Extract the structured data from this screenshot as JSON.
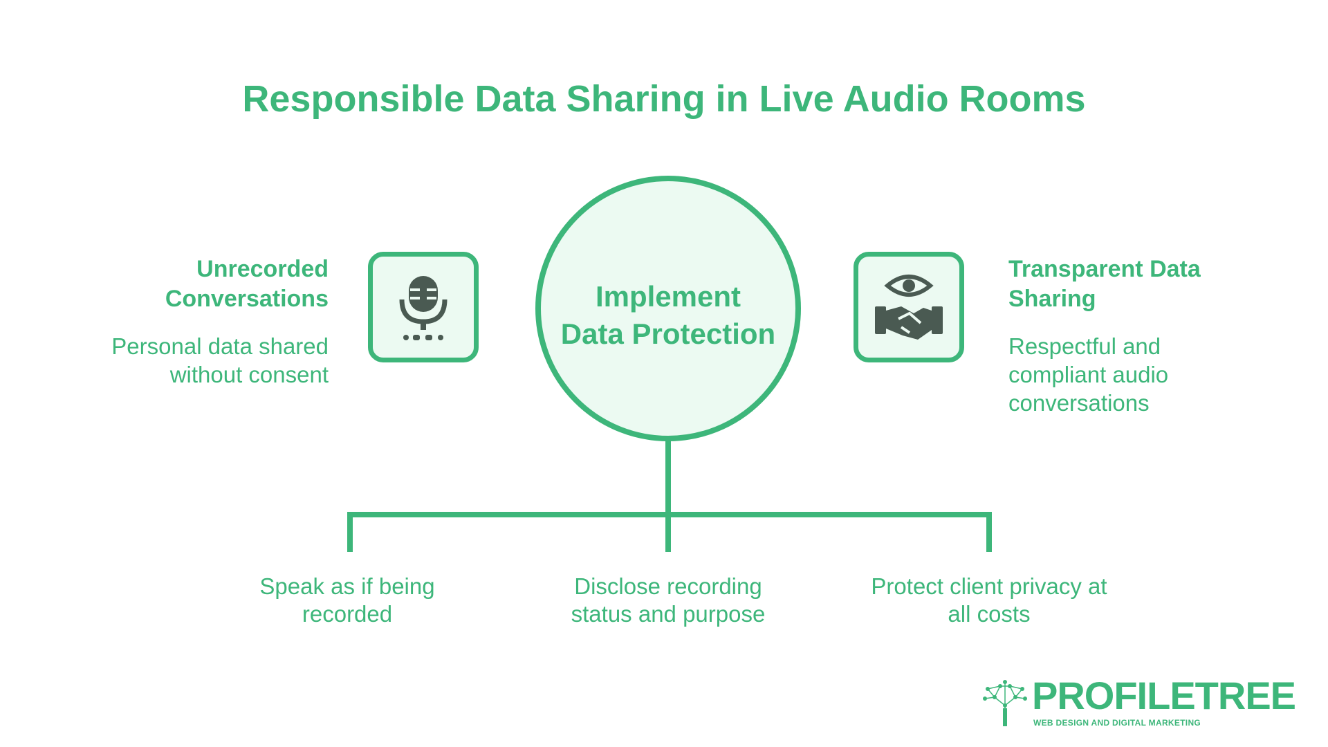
{
  "title": "Responsible Data Sharing in Live Audio Rooms",
  "center": {
    "line1": "Implement",
    "line2": "Data Protection"
  },
  "left": {
    "title_line1": "Unrecorded",
    "title_line2": "Conversations",
    "desc_line1": "Personal data shared",
    "desc_line2": "without consent",
    "icon": "microphone-icon"
  },
  "right": {
    "title_line1": "Transparent Data",
    "title_line2": "Sharing",
    "desc_line1": "Respectful and",
    "desc_line2": "compliant audio",
    "desc_line3": "conversations",
    "icon": "eye-handshake-icon"
  },
  "branches": [
    {
      "line1": "Speak as if being",
      "line2": "recorded"
    },
    {
      "line1": "Disclose recording",
      "line2": "status and purpose"
    },
    {
      "line1": "Protect client privacy at",
      "line2": "all costs"
    }
  ],
  "logo": {
    "name": "PROFILETREE",
    "tagline": "WEB DESIGN AND DIGITAL MARKETING"
  },
  "colors": {
    "accent": "#3db67a",
    "fill": "#ecfaf2",
    "icon": "#4a5a52"
  }
}
